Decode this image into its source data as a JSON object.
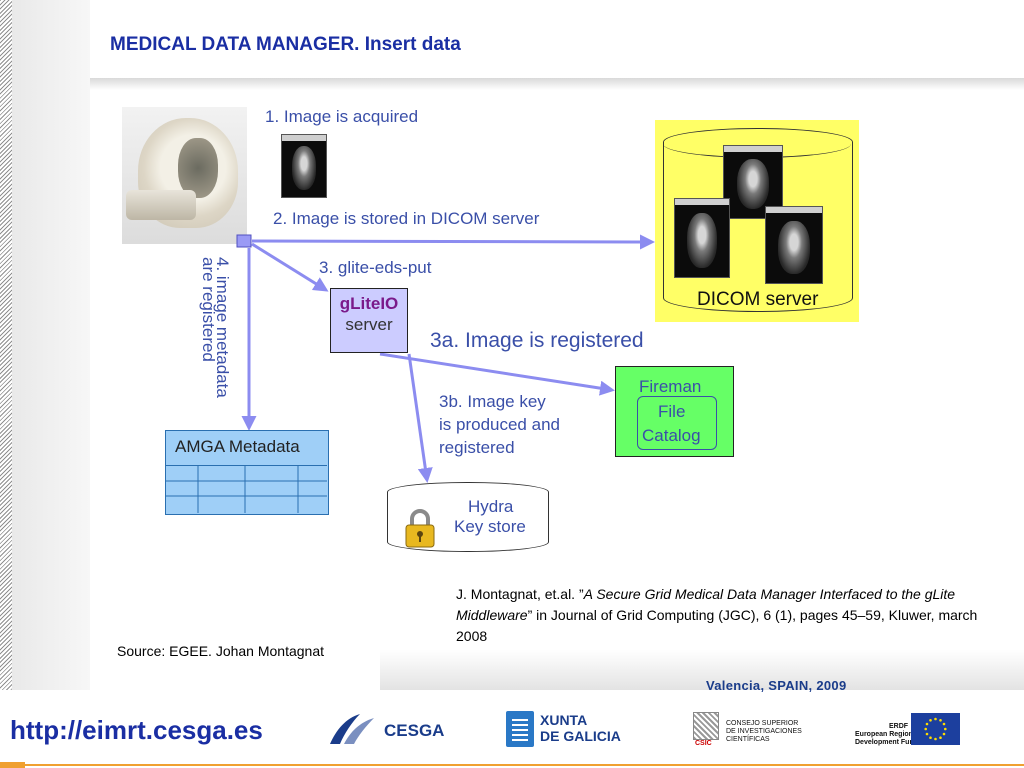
{
  "slide": {
    "title": "MEDICAL DATA MANAGER. Insert data",
    "source": "Source: EGEE. Johan Montagnat",
    "citation": {
      "prefix": "J. Montagnat, et.al. ”",
      "italic": "A Secure Grid Medical Data Manager Interfaced to the gLite Middleware",
      "suffix": "” in Journal of Grid Computing (JGC), 6 (1), pages 45–59, Kluwer, march 2008"
    }
  },
  "diagram": {
    "steps": {
      "step1": "1. Image is acquired",
      "step2": "2. Image is stored in DICOM server",
      "step3": "3. glite-eds-put",
      "step3a": "3a. Image is registered",
      "step3b_line1": "3b. Image key",
      "step3b_line2": "is produced and",
      "step3b_line3": "registered",
      "step4_line1": "4. image metadata",
      "step4_line2": "are registered"
    },
    "nodes": {
      "dicom": "DICOM server",
      "glite_name": "gLiteIO",
      "glite_role": "server",
      "fireman_1": "Fireman",
      "fireman_2": "File",
      "fireman_3": "Catalog",
      "amga": "AMGA Metadata",
      "hydra_1": "Hydra",
      "hydra_2": "Key store"
    },
    "colors": {
      "arrow": "#8c8cf0",
      "dicom_bg": "#ffff66",
      "glite_bg": "#ccccff",
      "fireman_bg": "#66ff66",
      "amga_bg": "#9fcff7",
      "label_text": "#3a4fa8"
    }
  },
  "footer": {
    "place": "Valencia, SPAIN, 2009",
    "url": "http://eimrt.cesga.es",
    "logos": {
      "cesga": "CESGA",
      "xunta_1": "XUNTA",
      "xunta_2": "DE GALICIA",
      "csic_1": "CONSEJO SUPERIOR",
      "csic_2": "DE INVESTIGACIONES",
      "csic_3": "CIENTÍFICAS",
      "csic_mark": "CSIC",
      "erdf_1": "ERDF",
      "erdf_2": "European Regional",
      "erdf_3": "Development Fund"
    }
  }
}
